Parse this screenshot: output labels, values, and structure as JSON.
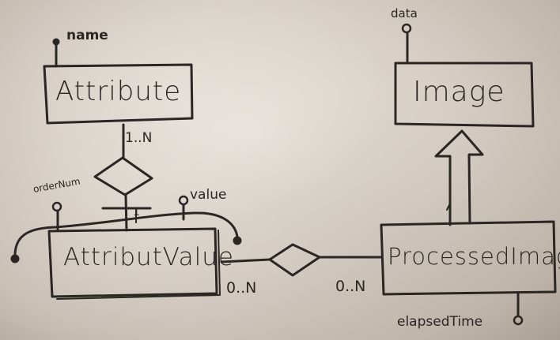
{
  "entities": {
    "attribute": "Attribute",
    "attribute_value": "AttributValue",
    "image": "Image",
    "processed_image": "ProcessedImage"
  },
  "attributes": {
    "name": "name",
    "order_num": "orderNum",
    "value": "value",
    "data": "data",
    "elapsed_time": "elapsedTime"
  },
  "cardinalities": {
    "attribute_side": "1..N",
    "attribute_value_side": "1",
    "rel_left": "0..N",
    "rel_right": "0..N"
  },
  "colors": {
    "marker_ink": "#2b2623",
    "board": "#ddd6ce"
  }
}
